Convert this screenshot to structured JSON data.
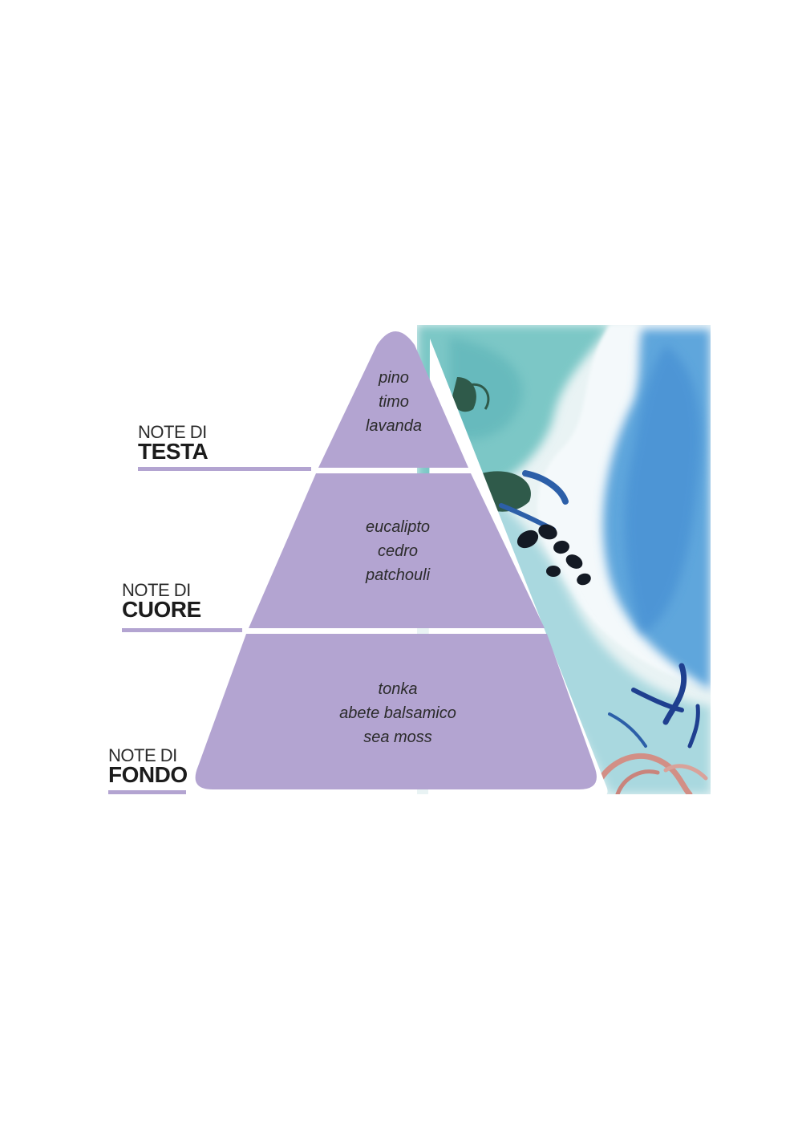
{
  "colors": {
    "pyramid": "#b3a4d1",
    "underline": "#b3a4d1",
    "text": "#2b2b2b",
    "label": "#1c1c1c"
  },
  "tiers": [
    {
      "label_small": "NOTE DI",
      "label_big": "TESTA",
      "notes": [
        "pino",
        "timo",
        "lavanda"
      ]
    },
    {
      "label_small": "NOTE DI",
      "label_big": "CUORE",
      "notes": [
        "eucalipto",
        "cedro",
        "patchouli"
      ]
    },
    {
      "label_small": "NOTE DI",
      "label_big": "FONDO",
      "notes": [
        "tonka",
        "abete balsamico",
        "sea moss"
      ]
    }
  ]
}
